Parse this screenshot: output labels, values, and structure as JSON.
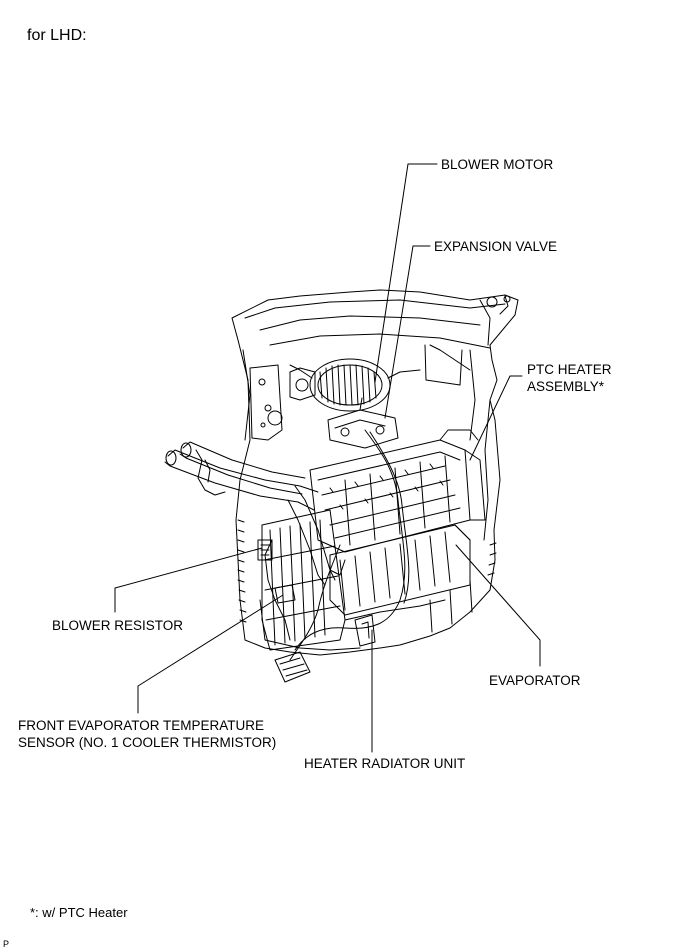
{
  "heading": "for LHD:",
  "labels": {
    "blower_motor": "BLOWER MOTOR",
    "expansion_valve": "EXPANSION VALVE",
    "ptc_heater_line1": "PTC HEATER",
    "ptc_heater_line2": "ASSEMBLY*",
    "blower_resistor": "BLOWER RESISTOR",
    "evaporator": "EVAPORATOR",
    "front_evap_line1": "FRONT EVAPORATOR TEMPERATURE",
    "front_evap_line2": "SENSOR (NO. 1 COOLER THERMISTOR)",
    "heater_radiator": "HEATER RADIATOR UNIT"
  },
  "footnote": "*: w/ PTC Heater",
  "code": "P"
}
